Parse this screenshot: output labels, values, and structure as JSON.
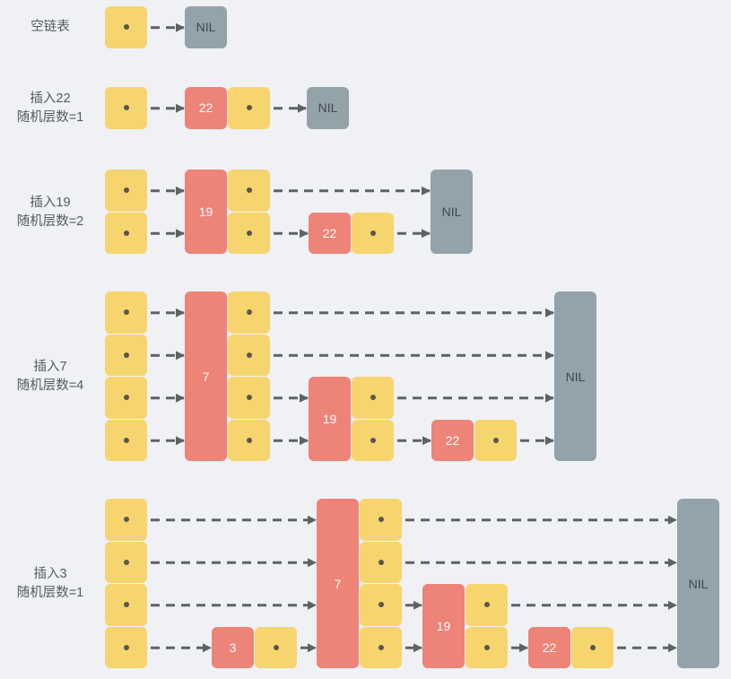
{
  "colors": {
    "pointer": "#f6d56f",
    "key": "#ee8378",
    "nil": "#94a2aa",
    "arrow": "#5f6265",
    "background": "#f0f1f5"
  },
  "nil_label": "NIL",
  "sections": [
    {
      "title": [
        "空链表"
      ],
      "levels": 1,
      "nodes": []
    },
    {
      "title": [
        "插入22",
        "随机层数=1"
      ],
      "levels": 1,
      "nodes": [
        {
          "key": "22",
          "levels": 1
        }
      ]
    },
    {
      "title": [
        "插入19",
        "随机层数=2"
      ],
      "levels": 2,
      "nodes": [
        {
          "key": "19",
          "levels": 2
        },
        {
          "key": "22",
          "levels": 1
        }
      ]
    },
    {
      "title": [
        "插入7",
        "随机层数=4"
      ],
      "levels": 4,
      "nodes": [
        {
          "key": "7",
          "levels": 4
        },
        {
          "key": "19",
          "levels": 2
        },
        {
          "key": "22",
          "levels": 1
        }
      ]
    },
    {
      "title": [
        "插入3",
        "随机层数=1"
      ],
      "levels": 4,
      "nodes": [
        {
          "key": "3",
          "levels": 1
        },
        {
          "key": "7",
          "levels": 4
        },
        {
          "key": "19",
          "levels": 2
        },
        {
          "key": "22",
          "levels": 1
        }
      ]
    }
  ]
}
